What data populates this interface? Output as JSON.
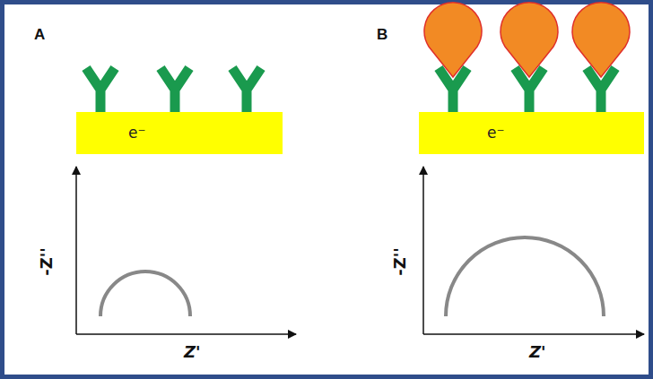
{
  "diagram": {
    "nodes": [
      {
        "text": [
          "e⁻"
        ]
      },
      {
        "text": [
          "e⁻"
        ]
      }
    ],
    "labels": [
      "A",
      "-Z''",
      "Z'",
      "B",
      "-Z''",
      "Z'"
    ]
  }
}
